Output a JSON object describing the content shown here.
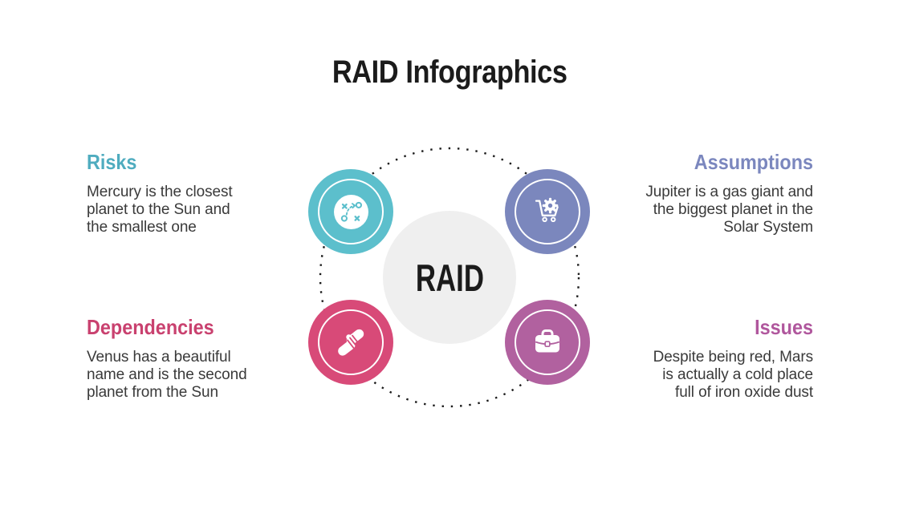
{
  "slide": {
    "title": "RAID Infographics",
    "center_label": "RAID",
    "background_color": "#ffffff",
    "title_color": "#1b1b1b",
    "body_text_color": "#3a3a3a",
    "center_circle_color": "#efefef",
    "dotted_ring_color": "#1b1b1b"
  },
  "quadrants": [
    {
      "id": "risks",
      "label": "Risks",
      "body": "Mercury is the closest planet to the Sun and the smallest one",
      "body_lines": [
        "Mercury is the closest",
        "planet to the Sun and",
        "the smallest one"
      ],
      "accent": "#4FACBF",
      "circle_color": "#5CBFCC",
      "icon": "strategy-icon",
      "position": "top-left"
    },
    {
      "id": "assumptions",
      "label": "Assumptions",
      "body": "Jupiter is a gas giant and the biggest planet in the Solar System",
      "body_lines": [
        "Jupiter is a gas giant and",
        "the biggest planet in the",
        "Solar System"
      ],
      "accent": "#7B87BE",
      "circle_color": "#7B87BD",
      "icon": "cart-gear-icon",
      "position": "top-right"
    },
    {
      "id": "dependencies",
      "label": "Dependencies",
      "body": "Venus has a beautiful name and is the second planet from the Sun",
      "body_lines": [
        "Venus has a beautiful",
        "name and is the second",
        "planet from the Sun"
      ],
      "accent": "#C9416F",
      "circle_color": "#D84A78",
      "icon": "handshake-icon",
      "position": "bottom-left"
    },
    {
      "id": "issues",
      "label": "Issues",
      "body": "Despite being red, Mars is actually a cold place full of iron oxide dust",
      "body_lines": [
        "Despite being red, Mars",
        "is actually a cold place",
        "full of iron oxide dust"
      ],
      "accent": "#B0579D",
      "circle_color": "#B1619F",
      "icon": "briefcase-icon",
      "position": "bottom-right"
    }
  ]
}
